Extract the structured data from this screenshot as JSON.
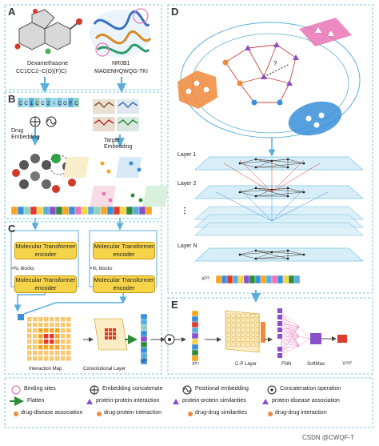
{
  "panels": {
    "a": "A",
    "b": "B",
    "c": "C",
    "d": "D",
    "e": "E"
  },
  "drug": {
    "name": "Dexamethasone",
    "smiles": "CC1CC2~C(O)(F)C)"
  },
  "target": {
    "name": "NR0B1",
    "sequence": "MAGENHQWQG-TKI"
  },
  "tokens": [
    "C",
    "C",
    "1",
    "C",
    "C",
    "2",
    "~",
    "C",
    "O",
    "F",
    "C"
  ],
  "labels": {
    "drug_embedding": "Drug\nEmbedding",
    "target_embedding": "Target\nEmbedding",
    "mt_encoder": "Molecular Transformer encoder",
    "blocks_1": "×N₂ blocks",
    "blocks_2": "×N₁ blocks",
    "interaction_map": "Interaction Map",
    "conv_layer": "Convolutional Layer",
    "x_inter": "Xᶦⁿᵗ",
    "x_inter_raw": "Xᴵⁿᵗ",
    "x_dti": "Xᴰᵀᴵ",
    "x_ko": "Xᴷᵒ",
    "cp_layer": "C-P Layer",
    "fnn": "FNN",
    "softmax": "SoftMax",
    "y_out": "Yᴼᵁᵀ",
    "layers": [
      "Layer 1",
      "Layer 2",
      "Layer N"
    ],
    "question": "?"
  },
  "legend": {
    "binding_sites": "Binding sites",
    "embedding_concat": "Embedding concatenate",
    "positional": "Positional embedding",
    "concat_op": "Concatenation operation",
    "flatten": "Flatten",
    "ppi": "protein-protein interaction",
    "pps": "protein-protein similarities",
    "pda": "protein-disease association",
    "dda": "drug-disease association",
    "dpi": "drug-protein interaction",
    "dds": "drug-drug similarities",
    "ddi": "drug-drug interaction"
  },
  "watermark": "CSDN @CWQF-T",
  "colors": {
    "panel_border": "#7fc4e0",
    "encoder_fill": "#f6d44a",
    "drug_node": "#f08a3c",
    "disease_node": "#3a8fd9",
    "protein_tri": "#8a4fc9",
    "pink_region": "#e974b5",
    "layer_fill": "#d7eef8",
    "arrow_blue": "#5aaedb",
    "arrow_green": "#2e8b3a",
    "red_cell": "#e03a2a",
    "orange_cell": "#f5a623"
  }
}
